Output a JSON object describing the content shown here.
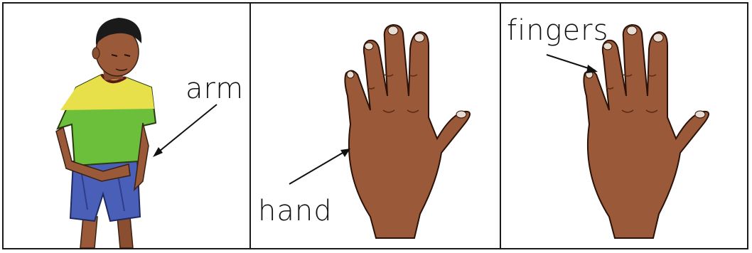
{
  "panels": [
    {
      "label": "arm",
      "illustration": "boy-pointing-arm"
    },
    {
      "label": "hand",
      "illustration": "open-hand"
    },
    {
      "label": "fingers",
      "illustration": "open-hand"
    }
  ],
  "colors": {
    "skin": "#9a5a3a",
    "skin_dark": "#7a4128",
    "shirt_yellow": "#e8e04a",
    "shirt_green": "#6bbf3a",
    "shorts_blue": "#4a5fb8",
    "hair": "#1a1a1a",
    "border": "#1a1a1a"
  }
}
